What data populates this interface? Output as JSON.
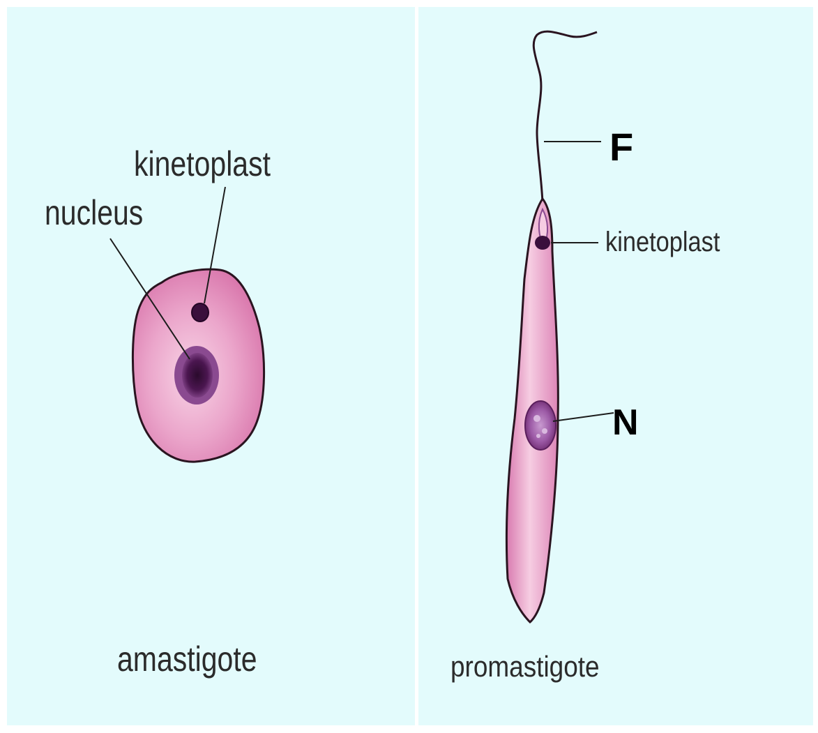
{
  "panels": {
    "left": {
      "caption": "amastigote",
      "labels": {
        "kinetoplast": "kinetoplast",
        "nucleus": "nucleus"
      }
    },
    "right": {
      "caption": "promastigote",
      "labels": {
        "flagellum": "F",
        "kinetoplast": "kinetoplast",
        "nucleus": "N"
      }
    }
  },
  "colors": {
    "background": "#e3fbfc",
    "divider": "#ffffff",
    "cell_fill": "#e99bc6",
    "cell_outline": "#2a1420",
    "organelle": "#3a0f3c",
    "nucleus_fill": "#6e2a6f",
    "leader_line": "#1c1c1c"
  }
}
